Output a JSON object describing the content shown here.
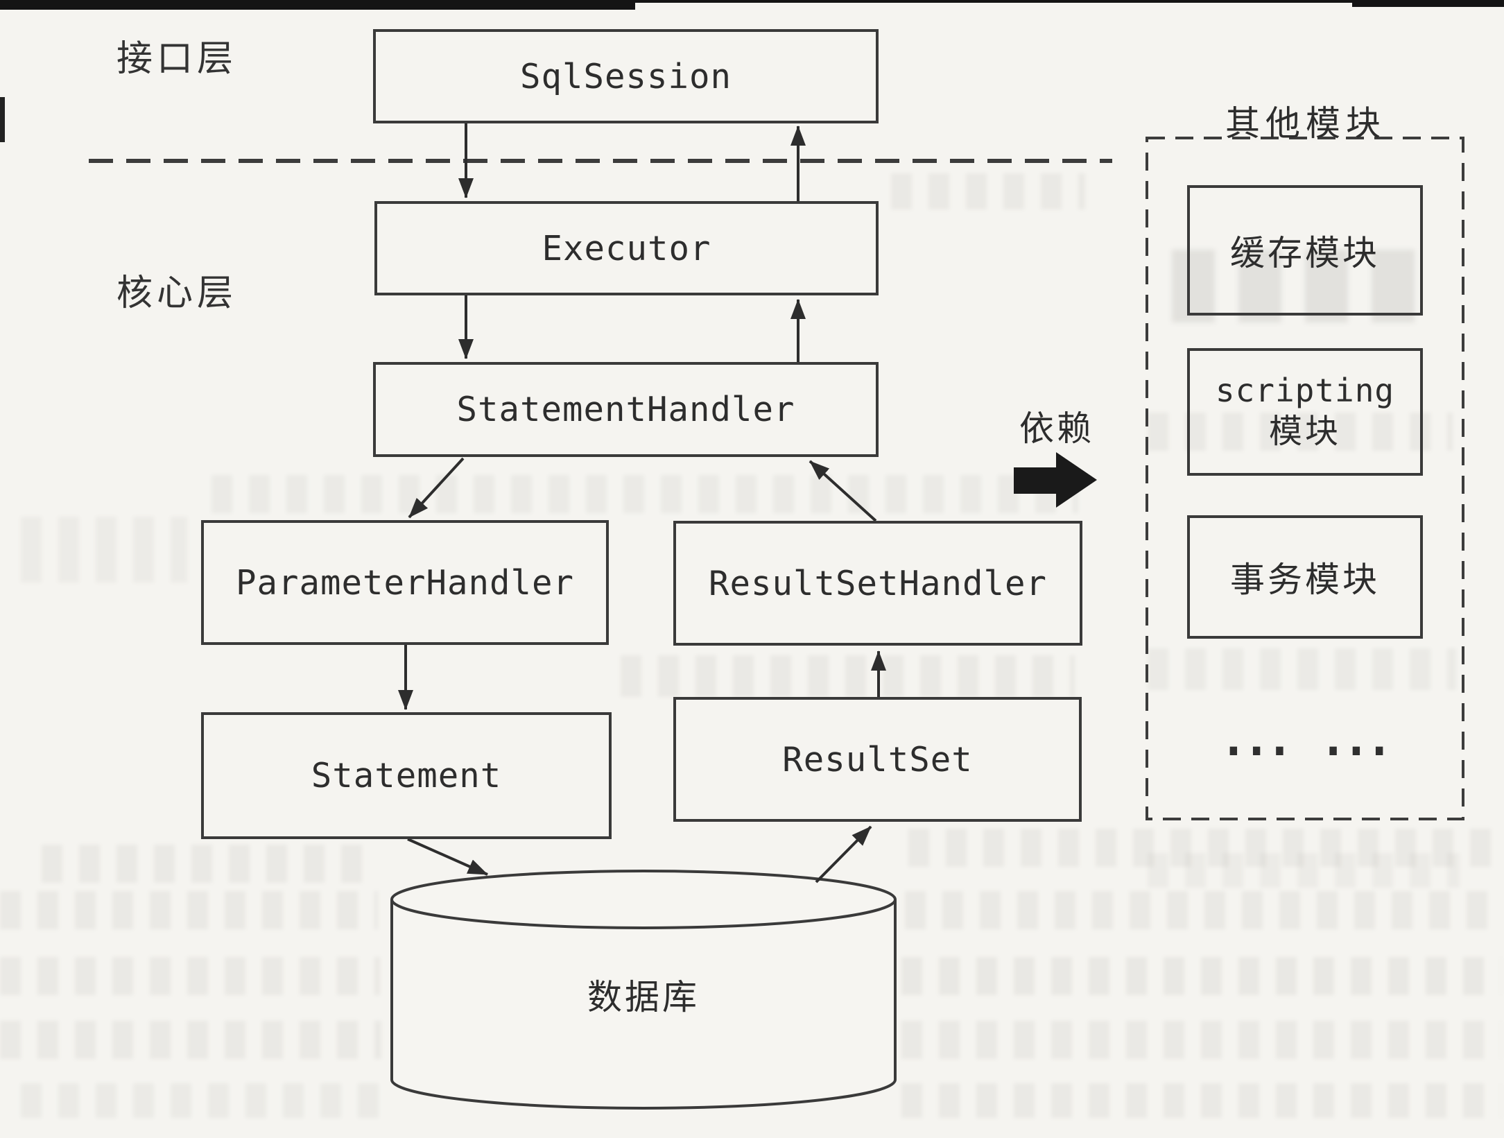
{
  "diagram": {
    "layers": {
      "interface": "接口层",
      "core": "核心层"
    },
    "nodes": {
      "sql_session": "SqlSession",
      "executor": "Executor",
      "statement_handler": "StatementHandler",
      "parameter_handler": "ParameterHandler",
      "result_set_handler": "ResultSetHandler",
      "statement": "Statement",
      "result_set": "ResultSet",
      "database": "数据库"
    },
    "dependency_label": "依赖",
    "other_modules": {
      "title": "其他模块",
      "cache": "缓存模块",
      "scripting_line1": "scripting",
      "scripting_line2": "模块",
      "transaction": "事务模块",
      "ellipsis": "… …"
    },
    "colors": {
      "ink": "#2d2d2d",
      "paper": "#f5f4f0",
      "artifact_black": "#141414"
    }
  }
}
